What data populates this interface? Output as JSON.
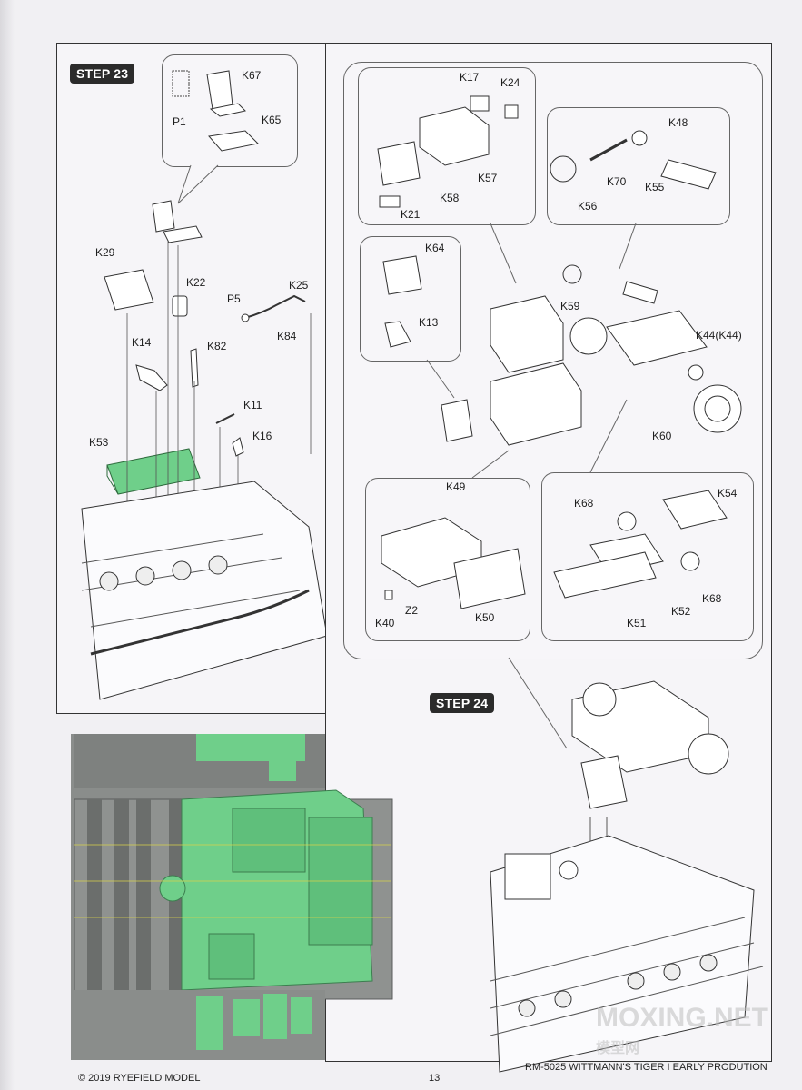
{
  "steps": {
    "step23": "STEP 23",
    "step24": "STEP 24"
  },
  "labels": {
    "k67": "K67",
    "p1": "P1",
    "k65": "K65",
    "k29": "K29",
    "k22": "K22",
    "p5": "P5",
    "k25": "K25",
    "k84": "K84",
    "k14": "K14",
    "k82": "K82",
    "k11": "K11",
    "k16": "K16",
    "k53": "K53",
    "k17": "K17",
    "k24": "K24",
    "k57": "K57",
    "k58": "K58",
    "k21": "K21",
    "k48": "K48",
    "k70": "K70",
    "k55": "K55",
    "k56": "K56",
    "k64": "K64",
    "k13": "K13",
    "k59": "K59",
    "k44": "K44(K44)",
    "k60": "K60",
    "k49": "K49",
    "k40": "K40",
    "z2": "Z2",
    "k50": "K50",
    "k68a": "K68",
    "k54": "K54",
    "k52": "K52",
    "k68b": "K68",
    "k51": "K51"
  },
  "footer": {
    "copyright": "© 2019 RYEFIELD MODEL",
    "page_number": "13",
    "product": "RM-5025 WITTMANN'S TIGER I EARLY PRODUTION"
  },
  "watermark": {
    "main": "MOXING.NET",
    "sub": "模型网"
  },
  "colors": {
    "highlight_green": "#6fcf8a",
    "render_bg": "#8a8d8b"
  }
}
